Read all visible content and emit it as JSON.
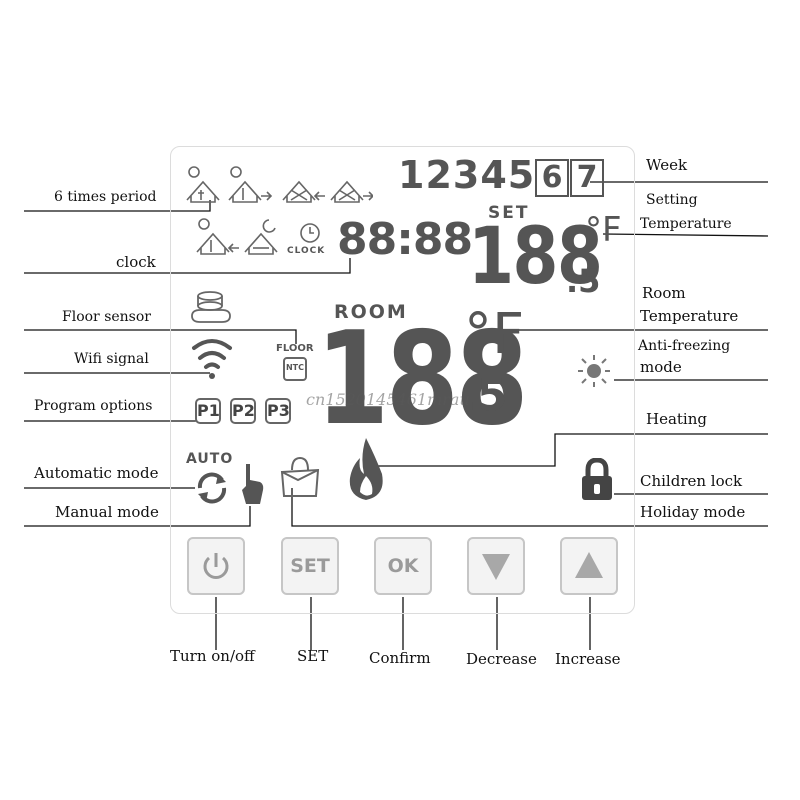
{
  "labels": {
    "week": "Week",
    "setting_temperature_1": "Setting",
    "setting_temperature_2": "Temperature",
    "room_temperature_1": "Room",
    "room_temperature_2": "Temperature",
    "anti_freezing_1": "Anti-freezing",
    "anti_freezing_2": "mode",
    "heating": "Heating",
    "children_lock": "Children lock",
    "holiday_mode": "Holiday mode",
    "six_times_period": "6 times period",
    "clock": "clock",
    "floor_sensor": "Floor sensor",
    "wifi_signal": "Wifi signal",
    "program_options": "Program options",
    "automatic_mode": "Automatic mode",
    "manual_mode": "Manual mode"
  },
  "buttons": {
    "power_caption": "Turn on/off",
    "set_caption": "SET",
    "confirm_caption": "Confirm",
    "decrease_caption": "Decrease",
    "increase_caption": "Increase",
    "set_face": "SET",
    "ok_face": "OK"
  },
  "display": {
    "week_digits": "12345",
    "week_box_6": "6",
    "week_box_7": "7",
    "set_label": "SET",
    "set_value": "188",
    "set_decimal": ".5",
    "set_unit": "°F",
    "clock_label": "CLOCK",
    "clock_value": "88:88",
    "room_label": "ROOM",
    "room_value": "188",
    "room_decimal": ".5",
    "room_unit": "°F",
    "floor_label": "FLOOR",
    "ntc_label": "NTC",
    "auto_label": "AUTO",
    "programs": [
      "P1",
      "P2",
      "P3"
    ]
  },
  "watermark": "cn1520145461mrau",
  "colors": {
    "lcd": "#6a6a6a",
    "line": "#111111",
    "button": "#c6c6c6"
  }
}
